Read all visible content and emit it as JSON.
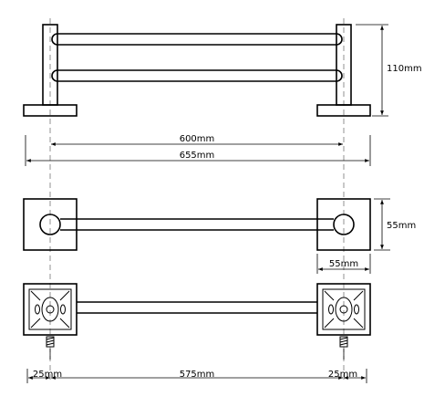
{
  "dimensions": {
    "inner_width": "600mm",
    "overall_width": "655mm",
    "height": "110mm",
    "plate_height": "55mm",
    "plate_width": "55mm",
    "bar_between_plates": "575mm",
    "plate_left": "25mm",
    "plate_right": "25mm"
  }
}
